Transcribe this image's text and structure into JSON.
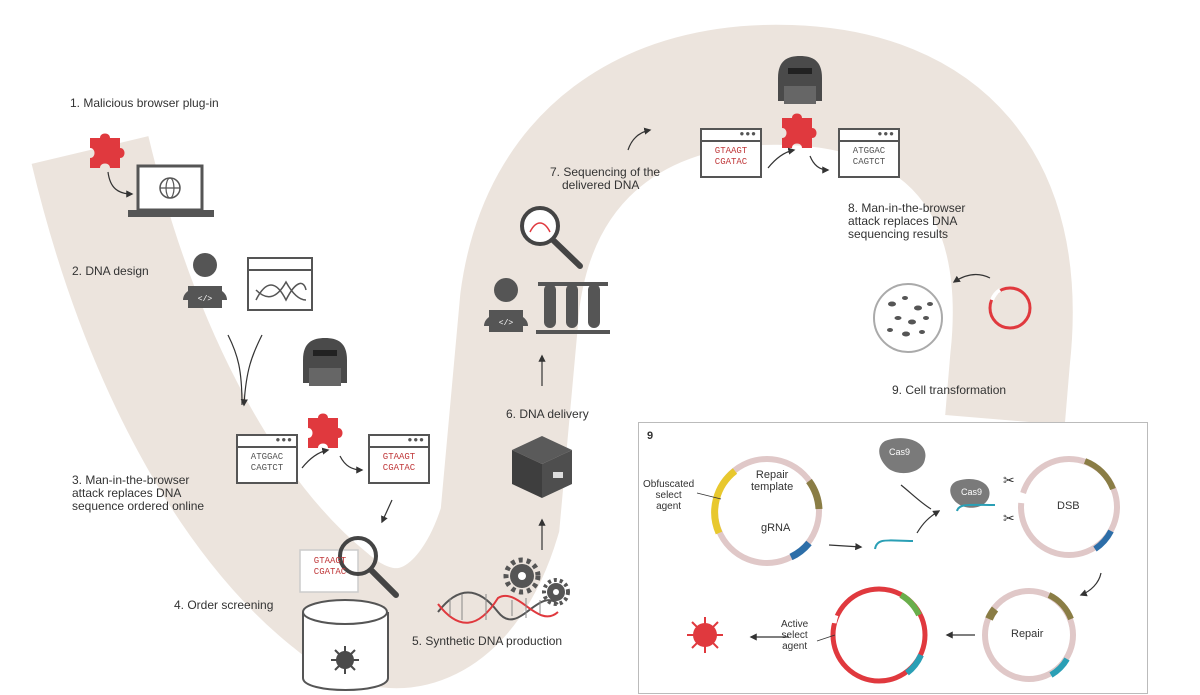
{
  "steps": {
    "s1": "1. Malicious browser plug-in",
    "s2": "2. DNA design",
    "s3": [
      "3. Man-in-the-browser",
      "attack replaces DNA",
      "sequence ordered online"
    ],
    "s4": "4. Order screening",
    "s5": "5. Synthetic DNA production",
    "s6": "6. DNA delivery",
    "s7": [
      "7. Sequencing of the",
      "delivered DNA"
    ],
    "s8": [
      "8. Man-in-the-browser",
      "attack replaces DNA",
      "sequencing results"
    ],
    "s9": "9. Cell transformation"
  },
  "sequences": {
    "original": [
      "ATGGAC",
      "CAGTCT"
    ],
    "malicious": [
      "GTAAGT",
      "CGATAC"
    ]
  },
  "panel": {
    "number": "9",
    "obfuscated": [
      "Obfuscated",
      "select",
      "agent"
    ],
    "repair_template": [
      "Repair",
      "template"
    ],
    "grna": "gRNA",
    "cas9": "Cas9",
    "dsb": "DSB",
    "repair": "Repair",
    "active": [
      "Active",
      "select",
      "agent"
    ]
  },
  "icons": {
    "plugin": "puzzle-piece-icon",
    "laptop": "laptop-globe-icon",
    "hacker": "hooded-hacker-icon",
    "user": "user-laptop-icon",
    "magnifier": "magnifier-icon",
    "box": "package-box-icon",
    "gears": "gears-icon",
    "tubes": "test-tubes-icon",
    "virus": "virus-icon"
  },
  "colors": {
    "path": "#ece4dd",
    "red": "#e0393e",
    "dark": "#4a4a4a",
    "blue": "#2d6ea8",
    "teal": "#2a9fb5",
    "olive": "#8a7d45",
    "yellow": "#e8c82e",
    "green": "#6aae4b"
  }
}
